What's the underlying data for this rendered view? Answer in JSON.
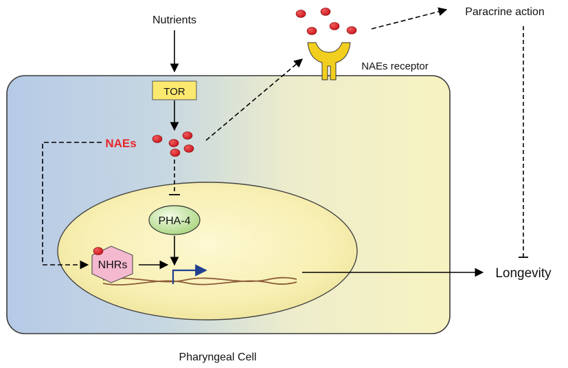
{
  "labels": {
    "nutrients": "Nutrients",
    "tor": "TOR",
    "naes": "NAEs",
    "pha4": "PHA-4",
    "nhrs": "NHRs",
    "naes_receptor": "NAEs receptor",
    "paracrine_action": "Paracrine action",
    "longevity": "Longevity",
    "cell": "Pharyngeal Cell"
  },
  "colors": {
    "naes_text": "#e8262a",
    "molecule": "#e01f27",
    "tor_box": "#fbe96f",
    "receptor": "#f2cf1e",
    "chromatin": "#8b5a36",
    "transcription_arrow": "#1f3e8f",
    "cell_left": "#b6cae6",
    "cell_right": "#f7f3c1",
    "nucleus": "#f6efb0",
    "nhrs_fill": "#f4b8cf",
    "pha4_fill": "#cfe9a6"
  }
}
